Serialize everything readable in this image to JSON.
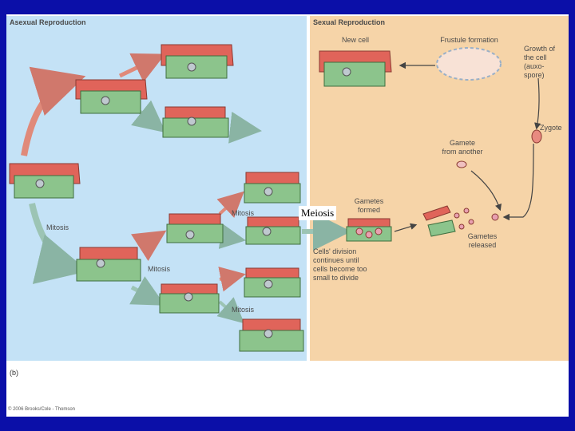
{
  "left_panel": {
    "title": "Asexual Reproduction",
    "labels": {
      "mitosis_1": "Mitosis",
      "mitosis_2": "Mitosis",
      "mitosis_3": "Mitosis",
      "mitosis_4": "Mitosis"
    }
  },
  "right_panel": {
    "title": "Sexual Reproduction",
    "labels": {
      "new_cell": "New cell",
      "frustule_formation": "Frustule formation",
      "growth": "Growth of\nthe cell\n(auxo-\nspore)",
      "zygote": "Zygote",
      "gamete_from_another": "Gamete\nfrom another",
      "gametes_formed": "Gametes\nformed",
      "gametes_released": "Gametes\nreleased",
      "cells_division": "Cells' division\ncontinues until\ncells become too\nsmall to divide"
    }
  },
  "overlay_label": "Meiosis",
  "figure_tag": "(b)",
  "copyright": "© 2006 Brooks/Cole - Thomson",
  "colors": {
    "background": "#0b0fa8",
    "left_panel": "#c4e2f6",
    "right_panel": "#f6d4a8",
    "epitheca": "#e0645a",
    "hypotheca": "#8cc48c"
  }
}
